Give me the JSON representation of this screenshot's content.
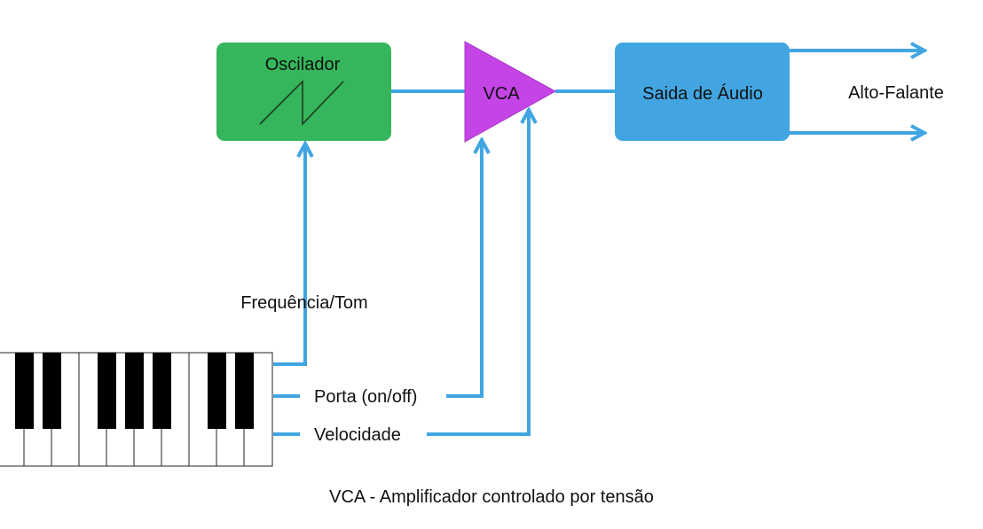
{
  "colors": {
    "wire": "#41A5E1",
    "oscillator_fill": "#36B65C",
    "vca_fill": "#C444E6",
    "output_fill": "#42A5E1",
    "text": "#111111",
    "key_black": "#000000",
    "key_white": "#ffffff"
  },
  "blocks": {
    "oscillator": {
      "label": "Oscilador",
      "icon": "sawtooth-wave-icon"
    },
    "vca": {
      "label": "VCA"
    },
    "output": {
      "label": "Saida de Áudio"
    }
  },
  "labels": {
    "speaker": "Alto-Falante",
    "frequency": "Frequência/Tom",
    "gate": "Porta (on/off)",
    "velocity": "Velocidade"
  },
  "caption": "VCA - Amplificador controlado por tensão",
  "keyboard": {
    "icon": "piano-keyboard-icon"
  }
}
